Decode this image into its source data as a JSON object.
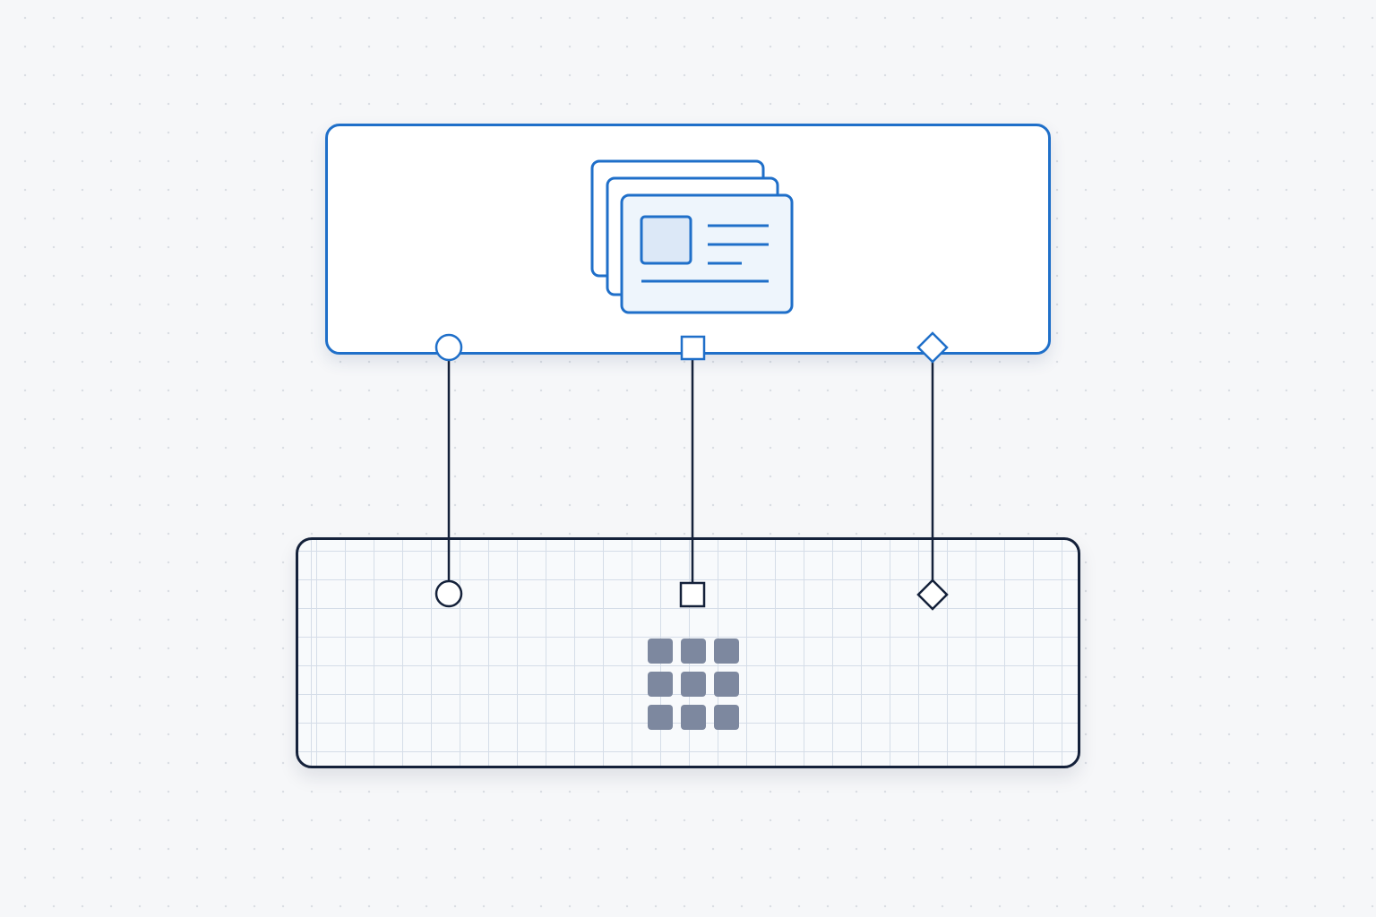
{
  "canvas": {
    "background": "#f6f7f9",
    "dot_grid": "#d9dde3"
  },
  "top_node": {
    "icon": "card-stack-icon",
    "accent": "#1f6fc9",
    "icon_fill": "#eef5fc",
    "image_placeholder_fill": "#dce8f7"
  },
  "bottom_node": {
    "icon": "app-grid-icon",
    "border": "#14213a",
    "grid_line": "#d5dde8",
    "tile_color": "#7d889f",
    "tiles": 9
  },
  "connectors": [
    {
      "shape": "circle",
      "icon": "circle-port-icon"
    },
    {
      "shape": "square",
      "icon": "square-port-icon"
    },
    {
      "shape": "diamond",
      "icon": "diamond-port-icon"
    }
  ],
  "connector_color": "#14213a"
}
